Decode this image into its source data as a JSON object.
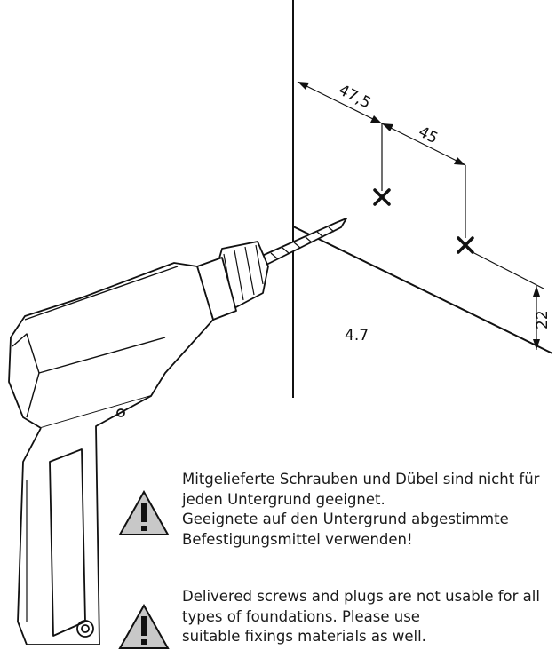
{
  "drawing": {
    "dimension_top_left": "47,5",
    "dimension_top_right": "45",
    "dimension_vertical": "22",
    "drill_size": "4.7"
  },
  "notes": {
    "german": [
      "Mitgelieferte Schrauben und Dübel sind nicht für",
      "jeden Untergrund geeignet.",
      "Geeignete auf den Untergrund abgestimmte",
      "Befestigungsmittel verwenden!"
    ],
    "english": [
      "Delivered screws and plugs are not usable for all",
      "types of foundations. Please use",
      "suitable fixings materials as well."
    ]
  },
  "icons": {
    "warning_icon": "warning-triangle",
    "drill_icon": "power-drill",
    "mark_icon": "cross-mark"
  },
  "colors": {
    "line": "#111111",
    "warning_fill": "#c8c8c8"
  }
}
